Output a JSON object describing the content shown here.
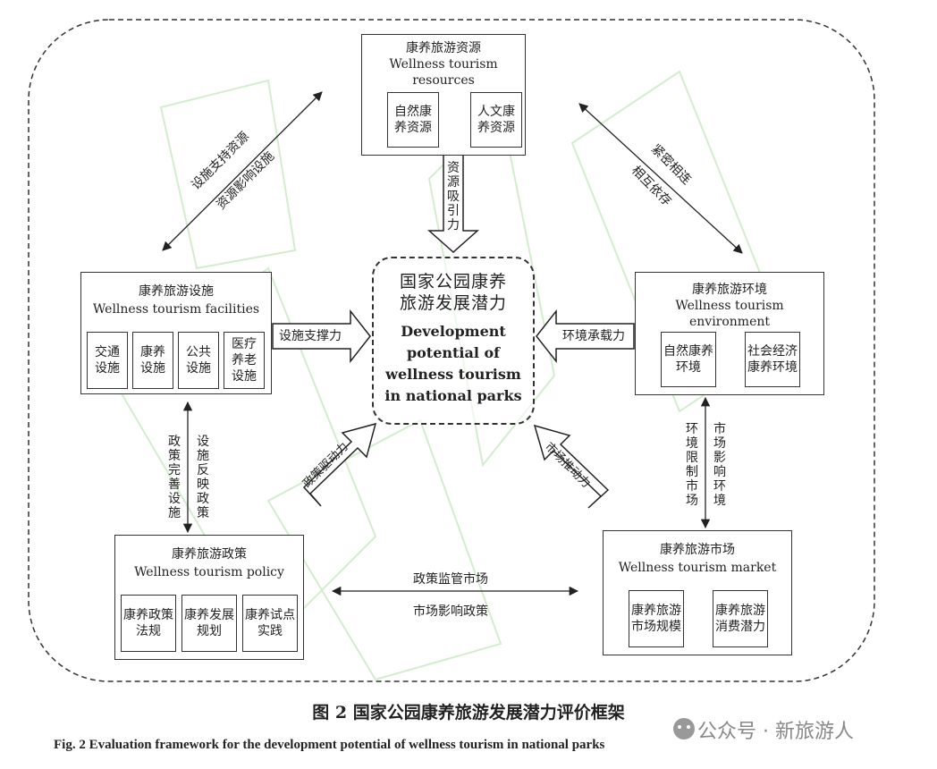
{
  "resources": {
    "title_cn": "康养旅游资源",
    "title_en_1": "Wellness tourism",
    "title_en_2": "resources",
    "items": [
      "自然康养资源",
      "人文康养资源"
    ]
  },
  "facilities": {
    "title_cn": "康养旅游设施",
    "title_en": "Wellness tourism facilities",
    "items": [
      "交通设施",
      "康养设施",
      "公共设施",
      "医疗养老设施"
    ]
  },
  "environment": {
    "title_cn": "康养旅游环境",
    "title_en_1": "Wellness tourism",
    "title_en_2": "environment",
    "items": [
      "自然康养环境",
      "社会经济康养环境"
    ]
  },
  "policy": {
    "title_cn": "康养旅游政策",
    "title_en": "Wellness tourism policy",
    "items": [
      "康养政策法规",
      "康养发展规划",
      "康养试点实践"
    ]
  },
  "market": {
    "title_cn": "康养旅游市场",
    "title_en": "Wellness tourism market",
    "items": [
      "康养旅游市场规模",
      "康养旅游消费潜力"
    ]
  },
  "center": {
    "title_cn_1": "国家公园康养",
    "title_cn_2": "旅游发展潜力",
    "title_en_1": "Development",
    "title_en_2": "potential of",
    "title_en_3": "wellness tourism",
    "title_en_4": "in national parks"
  },
  "forces": {
    "resource_attraction": "资源吸引力",
    "facility_support": "设施支撑力",
    "environment_capacity": "环境承载力",
    "policy_driving": "政策驱动力",
    "market_driving": "市场推动力"
  },
  "relations": {
    "facility_to_resource_1": "设施支持资源",
    "facility_to_resource_2": "资源影响设施",
    "resource_env_1": "紧密相连",
    "resource_env_2": "相互依存",
    "facility_policy_1": "政策完善设施",
    "facility_policy_2": "设施反映政策",
    "env_market_1": "环境限制市场",
    "env_market_2": "市场影响环境",
    "policy_market_1": "政策监管市场",
    "policy_market_2": "市场影响政策"
  },
  "caption": {
    "cn": "图 2  国家公园康养旅游发展潜力评价框架",
    "en": "Fig. 2 Evaluation framework for the development potential of wellness tourism in national parks"
  },
  "watermark": "公众号 · 新旅游人"
}
